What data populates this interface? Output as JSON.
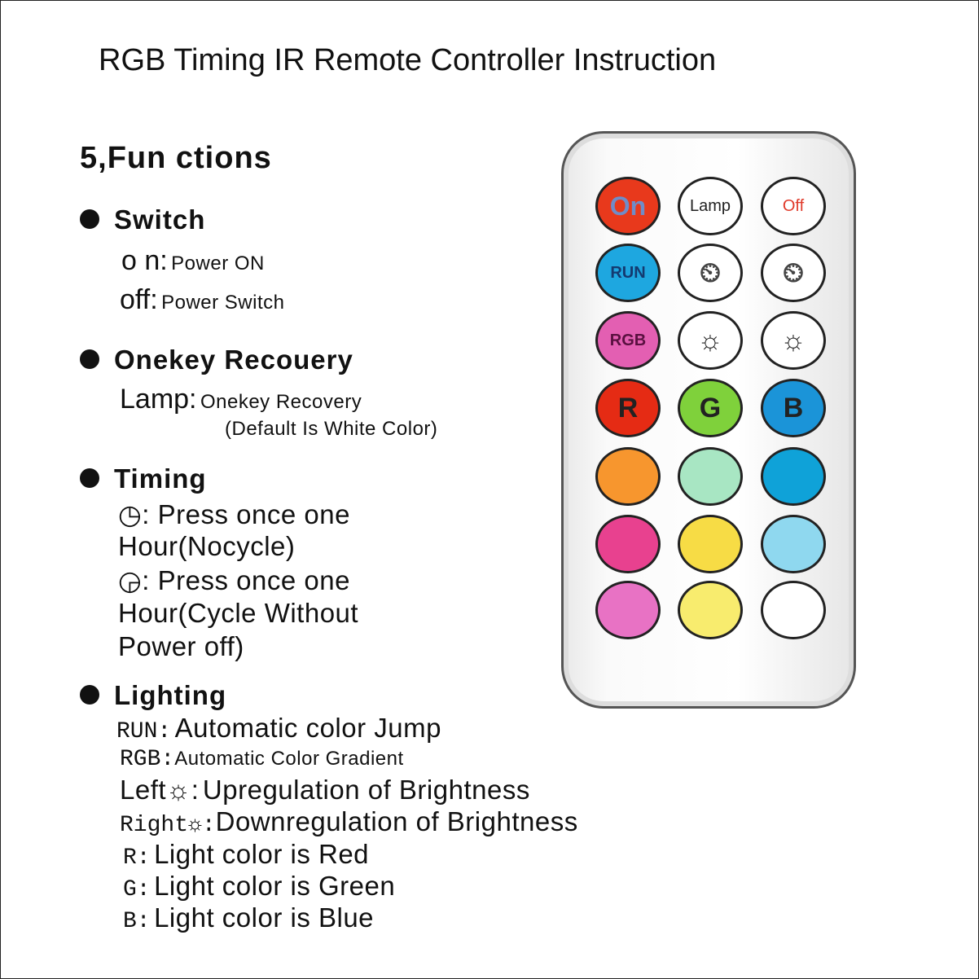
{
  "title": "RGB Timing IR Remote Controller Instruction",
  "section": "5,Fun ctions",
  "switch": {
    "heading": "Switch",
    "on_label": "o n:",
    "on_text": "Power ON",
    "off_label": "off:",
    "off_text": "Power Switch"
  },
  "recovery": {
    "heading": "Onekey Recouery",
    "lamp_label": "Lamp:",
    "lamp_text": "Onekey Recovery",
    "lamp_note": "(Default Is White Color)"
  },
  "timing": {
    "heading": "Timing",
    "line1": ": Press once one",
    "line2": "Hour(Nocycle)",
    "line3": ": Press once one",
    "line4": "Hour(Cycle Without",
    "line5": "Power off)"
  },
  "lighting": {
    "heading": "Lighting",
    "items": [
      {
        "label": "RUN:",
        "text": "Automatic color Jump"
      },
      {
        "label": "RGB:",
        "text": "Automatic Color Gradient"
      },
      {
        "label": "Left☼:",
        "text": "Upregulation of Brightness"
      },
      {
        "label": "Right☼:",
        "text": "Downregulation of Brightness"
      },
      {
        "label": "R:",
        "text": "Light color is Red"
      },
      {
        "label": "G:",
        "text": "Light color is Green"
      },
      {
        "label": "B:",
        "text": "Light color is Blue"
      }
    ]
  },
  "remote": {
    "buttons": [
      {
        "label": "On",
        "color": "#e8391c",
        "text_color": "#6f8cc8"
      },
      {
        "label": "Lamp",
        "color": "#ffffff",
        "text_color": "#222"
      },
      {
        "label": "Off",
        "color": "#ffffff",
        "text_color": "#e03a2a"
      },
      {
        "label": "RUN",
        "color": "#1ea7e0",
        "text_color": "#143a70"
      },
      {
        "label": "⏲",
        "color": "#ffffff",
        "text_color": "#444"
      },
      {
        "label": "⏲",
        "color": "#ffffff",
        "text_color": "#444"
      },
      {
        "label": "RGB",
        "color": "#e35fb2",
        "text_color": "#5a1040"
      },
      {
        "label": "☼",
        "color": "#ffffff",
        "text_color": "#222"
      },
      {
        "label": "☼",
        "color": "#ffffff",
        "text_color": "#222"
      },
      {
        "label": "R",
        "color": "#e52b14",
        "text_color": "#222"
      },
      {
        "label": "G",
        "color": "#7fd13b",
        "text_color": "#222"
      },
      {
        "label": "B",
        "color": "#1b94d8",
        "text_color": "#222"
      },
      {
        "label": "",
        "color": "#f7962e",
        "text_color": "#222"
      },
      {
        "label": "",
        "color": "#a8e6c3",
        "text_color": "#222"
      },
      {
        "label": "",
        "color": "#0fa2d8",
        "text_color": "#222"
      },
      {
        "label": "",
        "color": "#e8418f",
        "text_color": "#222"
      },
      {
        "label": "",
        "color": "#f7dc45",
        "text_color": "#222"
      },
      {
        "label": "",
        "color": "#8fd8ef",
        "text_color": "#222"
      },
      {
        "label": "",
        "color": "#e872c4",
        "text_color": "#222"
      },
      {
        "label": "",
        "color": "#f8ec6e",
        "text_color": "#222"
      },
      {
        "label": "",
        "color": "#ffffff",
        "text_color": "#222"
      }
    ]
  }
}
